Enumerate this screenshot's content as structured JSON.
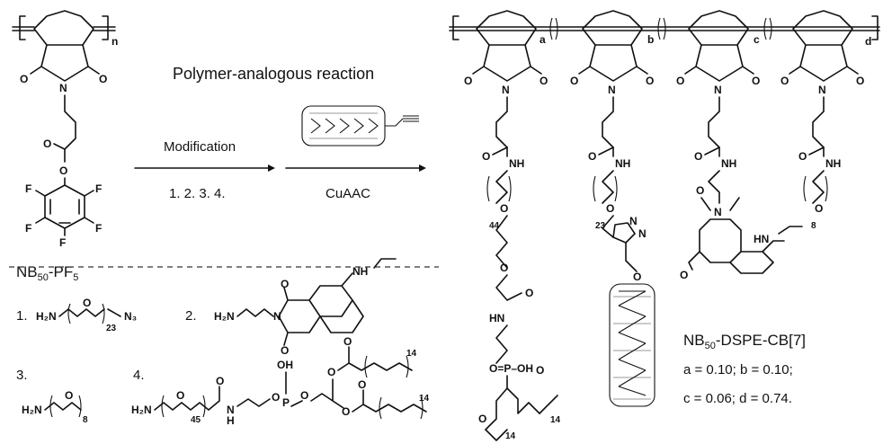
{
  "monomer": {
    "repeat_n": "n",
    "atoms": {
      "O_left": "O",
      "N": "N",
      "O_right": "O",
      "O_ester_carbonyl": "O",
      "O_ester": "O",
      "F": "F"
    },
    "label_main": "NB",
    "label_sub1": "50",
    "label_mid": "-PF",
    "label_sub2": "5"
  },
  "reaction": {
    "title": "Polymer-analogous reaction",
    "step1_label": "Modification",
    "step1_reagents": "1. 2. 3. 4.",
    "step2_label": "CuAAC"
  },
  "reagents": {
    "r1_num": "1.",
    "r1_head": "H₂N",
    "r1_repeat": "23",
    "r1_tail": "N₃",
    "r2_num": "2.",
    "r2_head": "H₂N",
    "r2_nh": "NH",
    "r3_num": "3.",
    "r3_head": "H₂N",
    "r3_repeat": "8",
    "r4_num": "4.",
    "r4_head": "H₂N",
    "r4_repeat": "45",
    "r4_n": "N",
    "r4_h": "H",
    "r4_p": "P",
    "r4_oh": "OH",
    "r4_chain1": "14",
    "r4_chain2": "14"
  },
  "product": {
    "block_a": "a",
    "block_b": "b",
    "block_c": "c",
    "block_d": "d",
    "peg1": "44",
    "peg2": "23",
    "peg3": "8",
    "chain1": "14",
    "chain2": "14",
    "nh": "NH",
    "hn": "HN",
    "p_label": "O=P–OH",
    "triazole_n": "N",
    "name_main": "NB",
    "name_sub": "50",
    "name_rest": "-DSPE-CB[7]",
    "ratio_line1": "a = 0.10; b = 0.10;",
    "ratio_line2": "c = 0.06; d = 0.74."
  }
}
